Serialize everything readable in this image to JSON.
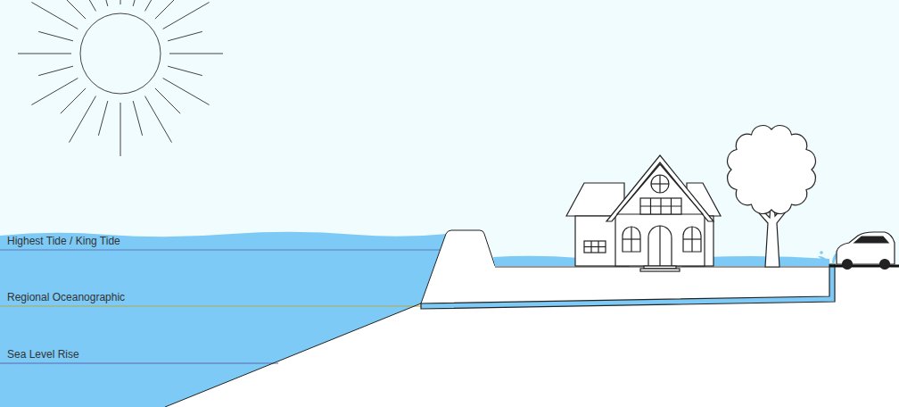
{
  "diagram": {
    "labels": [
      "Highest Tide / King Tide",
      "Regional Oceanographic",
      "Sea Level Rise"
    ]
  }
}
